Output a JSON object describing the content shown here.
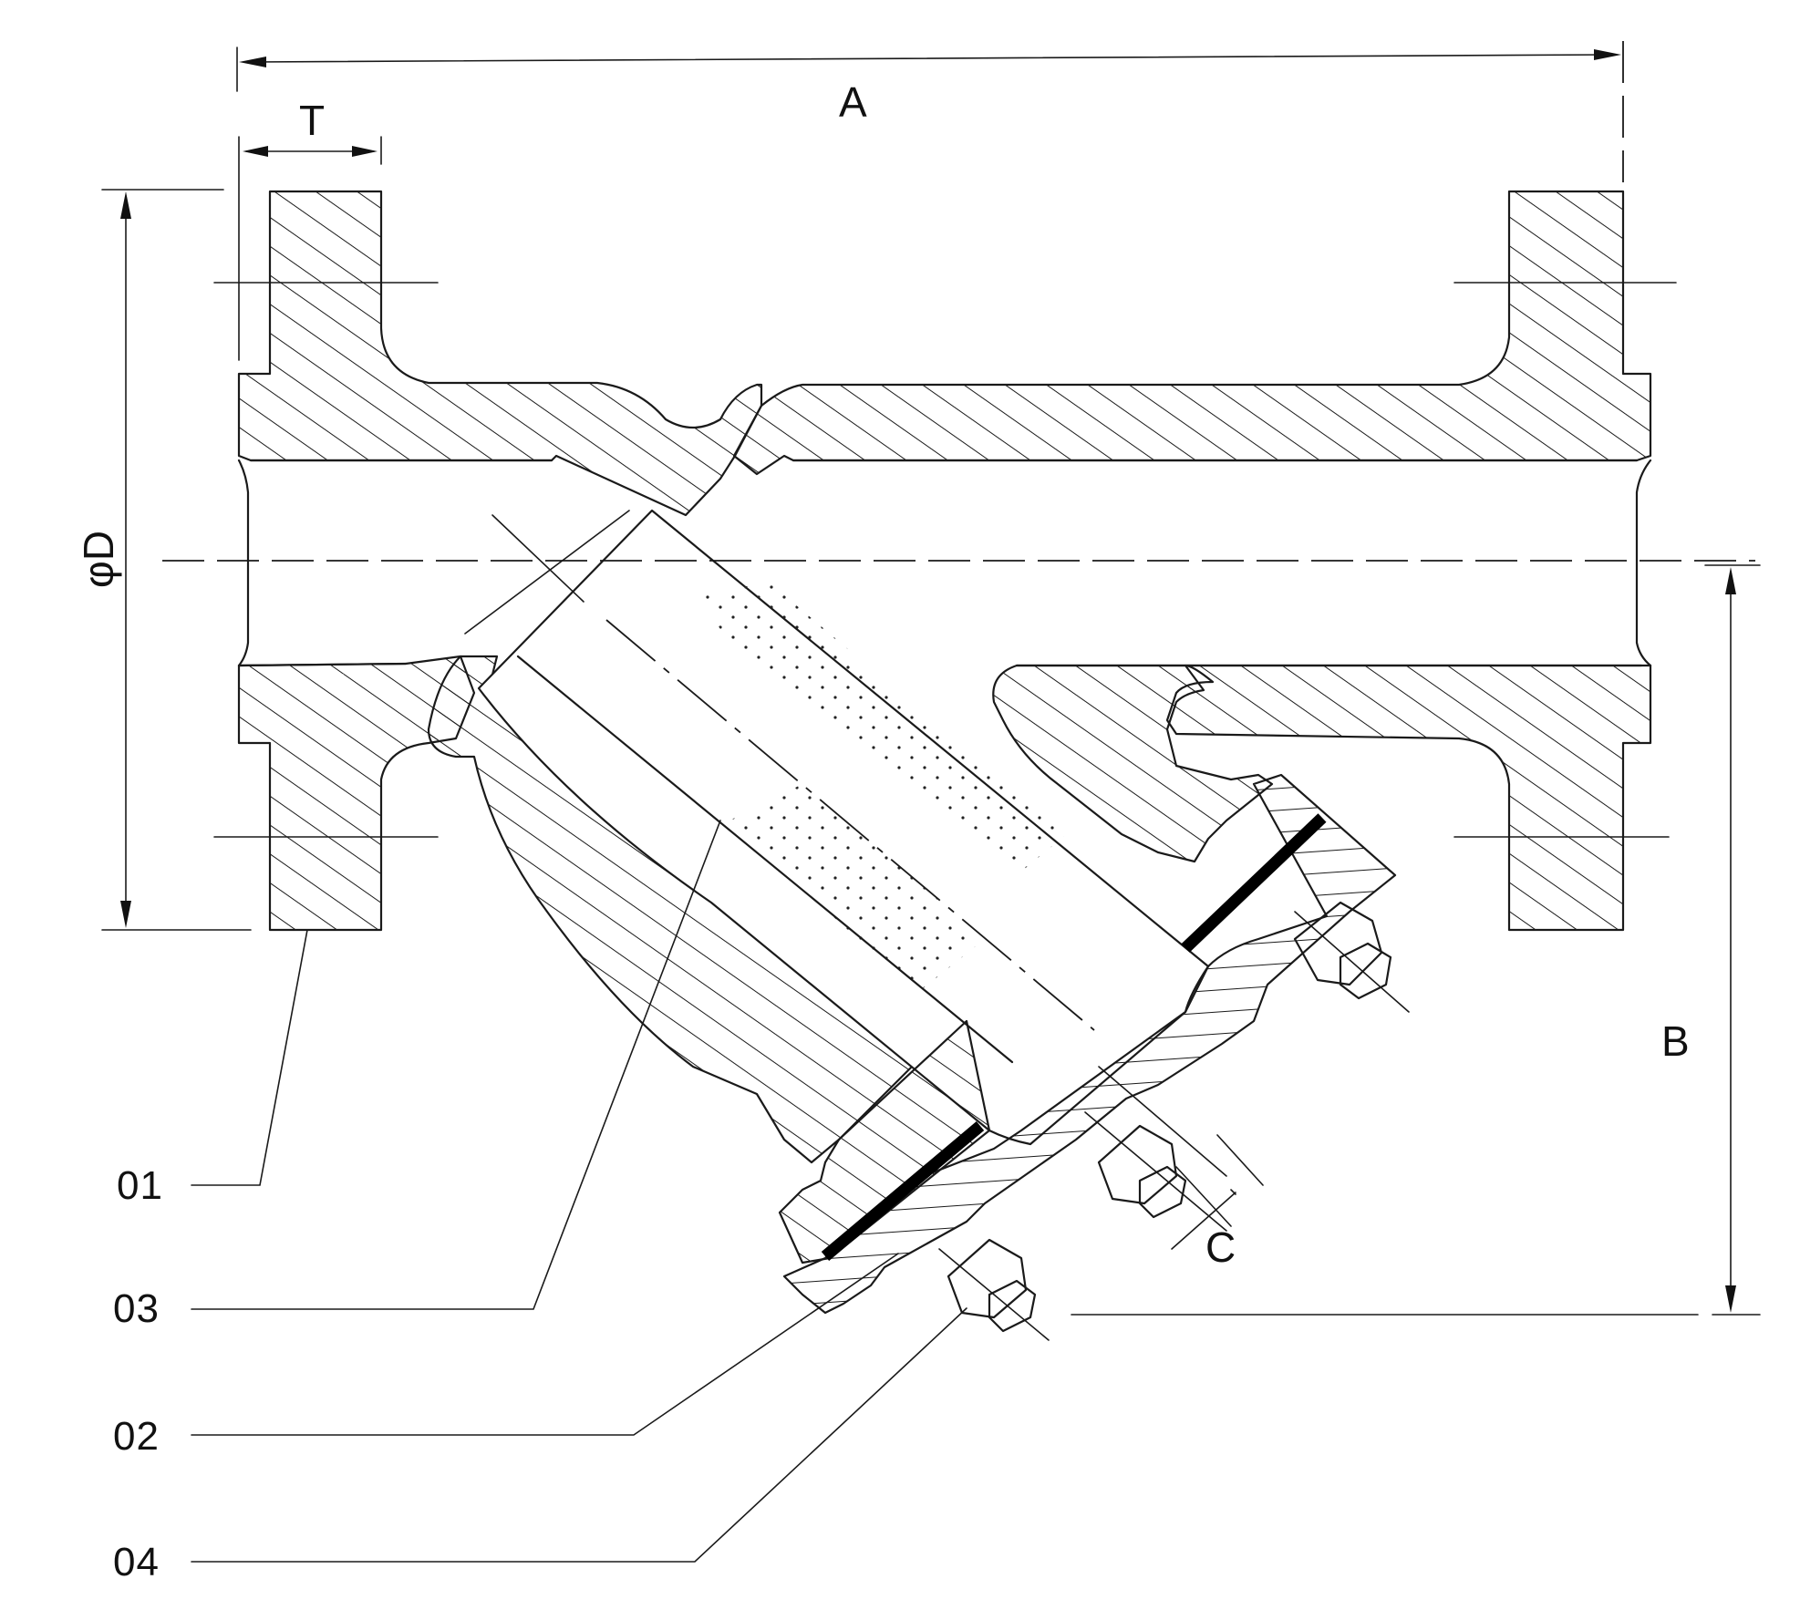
{
  "dimensions": {
    "overall_length": "A",
    "height": "B",
    "flange_thickness": "T",
    "flange_diameter": "φD",
    "cover_thickness": "C"
  },
  "parts": [
    {
      "id": "body",
      "label": "01"
    },
    {
      "id": "screen",
      "label": "03"
    },
    {
      "id": "cover",
      "label": "02"
    },
    {
      "id": "bolt",
      "label": "04"
    }
  ]
}
